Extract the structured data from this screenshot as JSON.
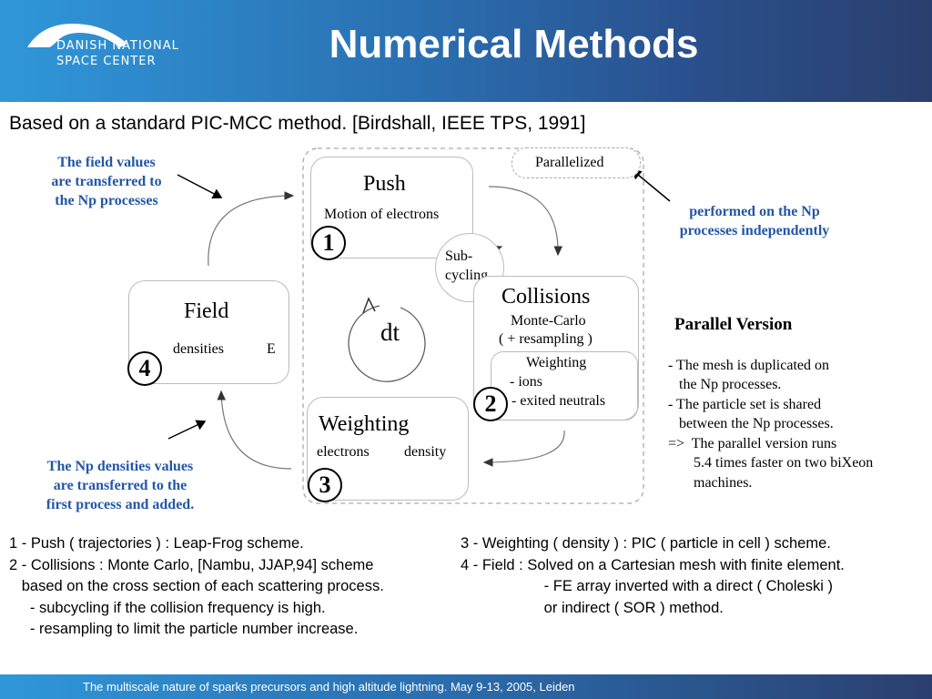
{
  "header": {
    "logo_line1": "DANISH NATIONAL",
    "logo_line2": "SPACE CENTER",
    "title": "Numerical Methods"
  },
  "subtitle": "Based on a standard PIC-MCC method. [Birdshall, IEEE TPS, 1991]",
  "diagram": {
    "parallelized": "Parallelized",
    "push": {
      "title": "Push",
      "desc": "Motion of electrons",
      "num": "1"
    },
    "subcycling": {
      "line1": "Sub-",
      "line2": "cycling"
    },
    "collisions": {
      "title": "Collisions",
      "line1": "Monte-Carlo",
      "line2": "( + resampling )",
      "num": "2"
    },
    "weighting_inner": {
      "line1": "Weighting",
      "line2": "- ions",
      "line3": "- exited neutrals"
    },
    "field": {
      "title": "Field",
      "desc_left": "densities",
      "desc_right": "E",
      "num": "4"
    },
    "weighting": {
      "title": "Weighting",
      "desc_left": "electrons",
      "desc_right": "density",
      "num": "3"
    },
    "dt": "dt",
    "note_top_left": [
      "The field values",
      "are transferred to",
      "the Np processes"
    ],
    "note_top_right": [
      "performed on the Np",
      "processes independently"
    ],
    "note_bottom_left": [
      "The Np densities values",
      "are transferred to the",
      "first process and added."
    ]
  },
  "parallel": {
    "heading": "Parallel Version",
    "lines": [
      "- The mesh is duplicated on",
      "   the Np processes.",
      "- The particle set is shared",
      "   between the Np processes.",
      "=>  The parallel version runs",
      "       5.4 times faster on two biXeon",
      "       machines."
    ]
  },
  "notes_left": [
    "1 - Push ( trajectories ) : Leap-Frog scheme.",
    "2 - Collisions : Monte Carlo, [Nambu, JJAP,94] scheme",
    "   based on the cross section of each scattering process.",
    "     - subcycling if the collision frequency is high.",
    "     - resampling to limit the particle number increase."
  ],
  "notes_right": [
    "3 - Weighting ( density ) : PIC ( particle in cell ) scheme.",
    "4 - Field : Solved on a Cartesian mesh with finite element.",
    "                    - FE array inverted with a direct ( Choleski )",
    "                    or indirect ( SOR ) method."
  ],
  "footer": "The multiscale nature of sparks precursors and high altitude lightning. May 9-13, 2005, Leiden"
}
